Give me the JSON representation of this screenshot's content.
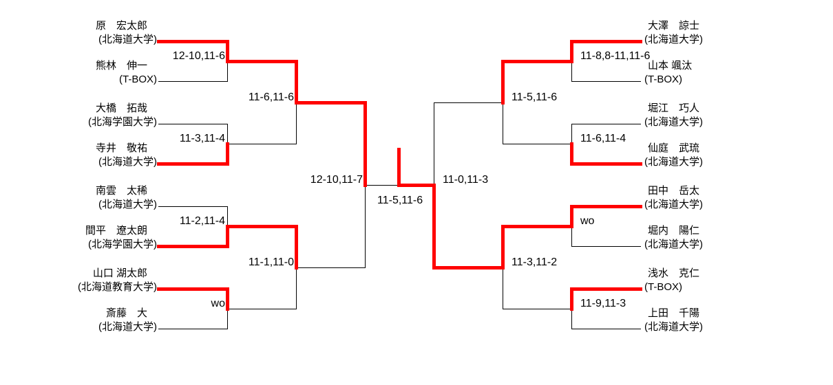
{
  "tournament": {
    "left": {
      "players": [
        {
          "name": "原　宏太郎",
          "club": "(北海道大学)"
        },
        {
          "name": "熊林　伸一",
          "club": "(T-BOX)"
        },
        {
          "name": "大橋　拓哉",
          "club": "(北海学園大学)"
        },
        {
          "name": "寺井　敬祐",
          "club": "(北海道大学)"
        },
        {
          "name": "南雲　太稀",
          "club": "(北海道大学)"
        },
        {
          "name": "間平　遼太朗",
          "club": "(北海学園大学)"
        },
        {
          "name": "山口 湖太郎",
          "club": "(北海道教育大学)"
        },
        {
          "name": "斎藤　大",
          "club": "(北海道大学)"
        }
      ],
      "round1_scores": [
        "12-10,11-6",
        "11-3,11-4",
        "11-2,11-4",
        "wo"
      ],
      "quarterfinal_scores": [
        "11-6,11-6",
        "11-1,11-0"
      ],
      "semifinal_score": "12-10,11-7",
      "round1_winners": [
        0,
        1,
        1,
        0
      ],
      "quarterfinal_winners": [
        0,
        0
      ],
      "semifinal_winner": 0
    },
    "right": {
      "players": [
        {
          "name": "大澤　諒士",
          "club": "(北海道大学)"
        },
        {
          "name": "山本 颯汰",
          "club": "(T-BOX)"
        },
        {
          "name": "堀江　巧人",
          "club": "(北海道大学)"
        },
        {
          "name": "仙庭　武琉",
          "club": "(北海道大学)"
        },
        {
          "name": "田中　岳太",
          "club": "(北海道大学)"
        },
        {
          "name": "堀内　陽仁",
          "club": "(北海道大学)"
        },
        {
          "name": "浅水　克仁",
          "club": "(T-BOX)"
        },
        {
          "name": "上田　千陽",
          "club": "(北海道大学)"
        }
      ],
      "round1_scores": [
        "11-8,8-11,11-6",
        "11-6,11-4",
        "wo",
        "11-9,11-3"
      ],
      "quarterfinal_scores": [
        "11-5,11-6",
        "11-3,11-2"
      ],
      "semifinal_score": "11-0,11-3",
      "round1_winners": [
        0,
        1,
        0,
        0
      ],
      "quarterfinal_winners": [
        0,
        0
      ],
      "semifinal_winner": 1
    },
    "final": {
      "score": "11-5,11-6",
      "winner_side": "right"
    },
    "colors": {
      "winner_path": "#ff0000",
      "line": "#000000",
      "background": "#ffffff",
      "text": "#000000"
    }
  }
}
